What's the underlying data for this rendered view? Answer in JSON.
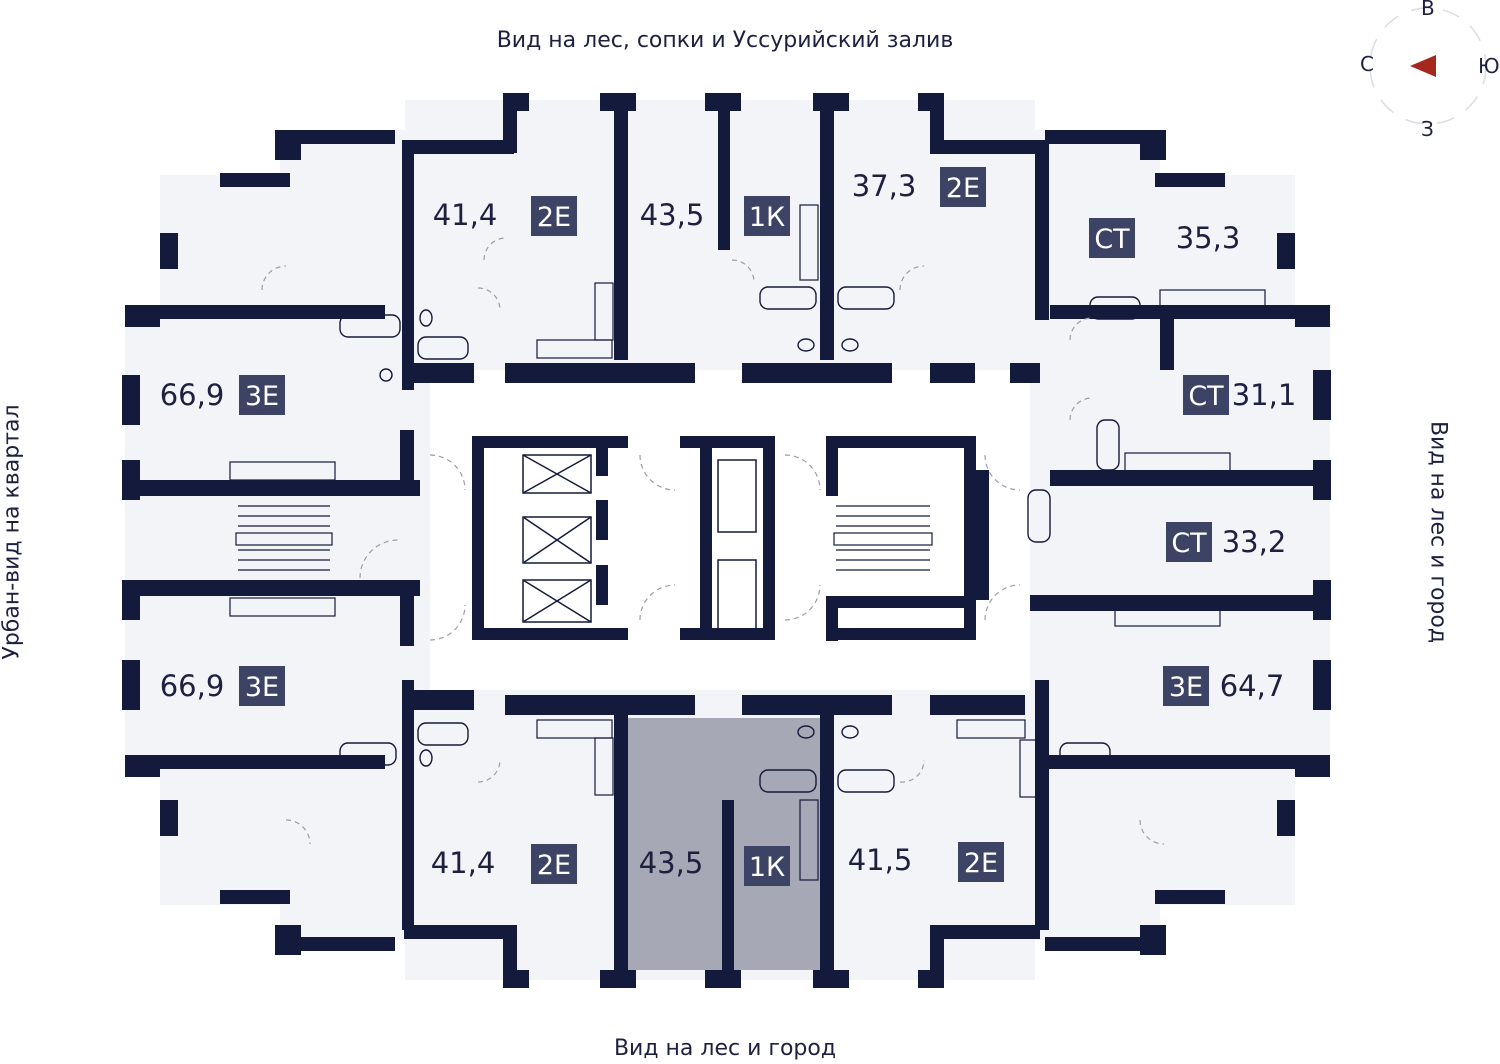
{
  "views": {
    "top": "Вид на лес, сопки и Уссурийский залив",
    "bottom": "Вид на лес и город",
    "left": "Урбан-вид на квартал",
    "right": "Вид на лес и город"
  },
  "compass": {
    "north": "С",
    "east": "В",
    "south": "Ю",
    "west": "З"
  },
  "colors": {
    "wall": "#141a3c",
    "floor": "#f3f4f8",
    "highlight": "#a6a8b6",
    "badge": "#3d4364",
    "compass_arrow": "#a5281c"
  },
  "units": {
    "u_top_a": {
      "area": "41,4",
      "type": "2Е"
    },
    "u_top_b": {
      "area": "43,5",
      "type": "1К"
    },
    "u_top_c": {
      "area": "37,3",
      "type": "2Е"
    },
    "u_right_a": {
      "area": "35,3",
      "type": "СТ"
    },
    "u_right_b": {
      "area": "31,1",
      "type": "СТ"
    },
    "u_right_c": {
      "area": "33,2",
      "type": "СТ"
    },
    "u_right_d": {
      "area": "64,7",
      "type": "3Е"
    },
    "u_left_a": {
      "area": "66,9",
      "type": "3Е"
    },
    "u_left_b": {
      "area": "66,9",
      "type": "3Е"
    },
    "u_bot_a": {
      "area": "41,4",
      "type": "2Е"
    },
    "u_bot_b": {
      "area": "43,5",
      "type": "1К",
      "selected": true
    },
    "u_bot_c": {
      "area": "41,5",
      "type": "2Е"
    }
  }
}
